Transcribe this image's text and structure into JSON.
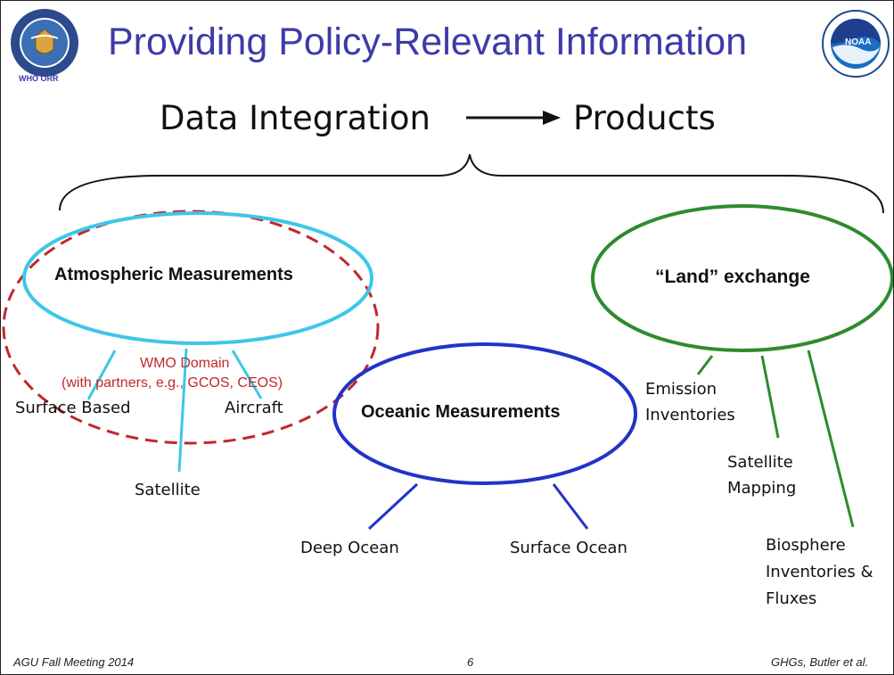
{
  "title": "Providing Policy-Relevant Information",
  "header_left": "Data Integration",
  "header_right": "Products",
  "nodes": {
    "atmospheric": "Atmospheric Measurements",
    "land": "“Land” exchange",
    "oceanic": "Oceanic Measurements"
  },
  "wmo": {
    "line1": "WMO Domain",
    "line2": "(with partners, e.g., GCOS, CEOS)"
  },
  "atmospheric_items": {
    "surface_based": "Surface Based",
    "aircraft": "Aircraft",
    "satellite": "Satellite"
  },
  "ocean_items": {
    "deep": "Deep Ocean",
    "surface": "Surface Ocean"
  },
  "land_items": {
    "emission_1": "Emission",
    "emission_2": "Inventories",
    "satmap_1": "Satellite",
    "satmap_2": "Mapping",
    "bio_1": "Biosphere",
    "bio_2": "Inventories &",
    "bio_3": "Fluxes"
  },
  "logos": {
    "left_label": "WHO ORR",
    "right_label": "NOAA"
  },
  "footer": {
    "left": "AGU Fall Meeting 2014",
    "center": "6",
    "right": "GHGs, Butler et al."
  },
  "colors": {
    "title": "#3d3aa8",
    "atmospheric": "#3ec6e8",
    "land": "#2e8b2e",
    "oceanic": "#2233c8",
    "wmo": "#c0282b",
    "arrow": "#111111"
  }
}
